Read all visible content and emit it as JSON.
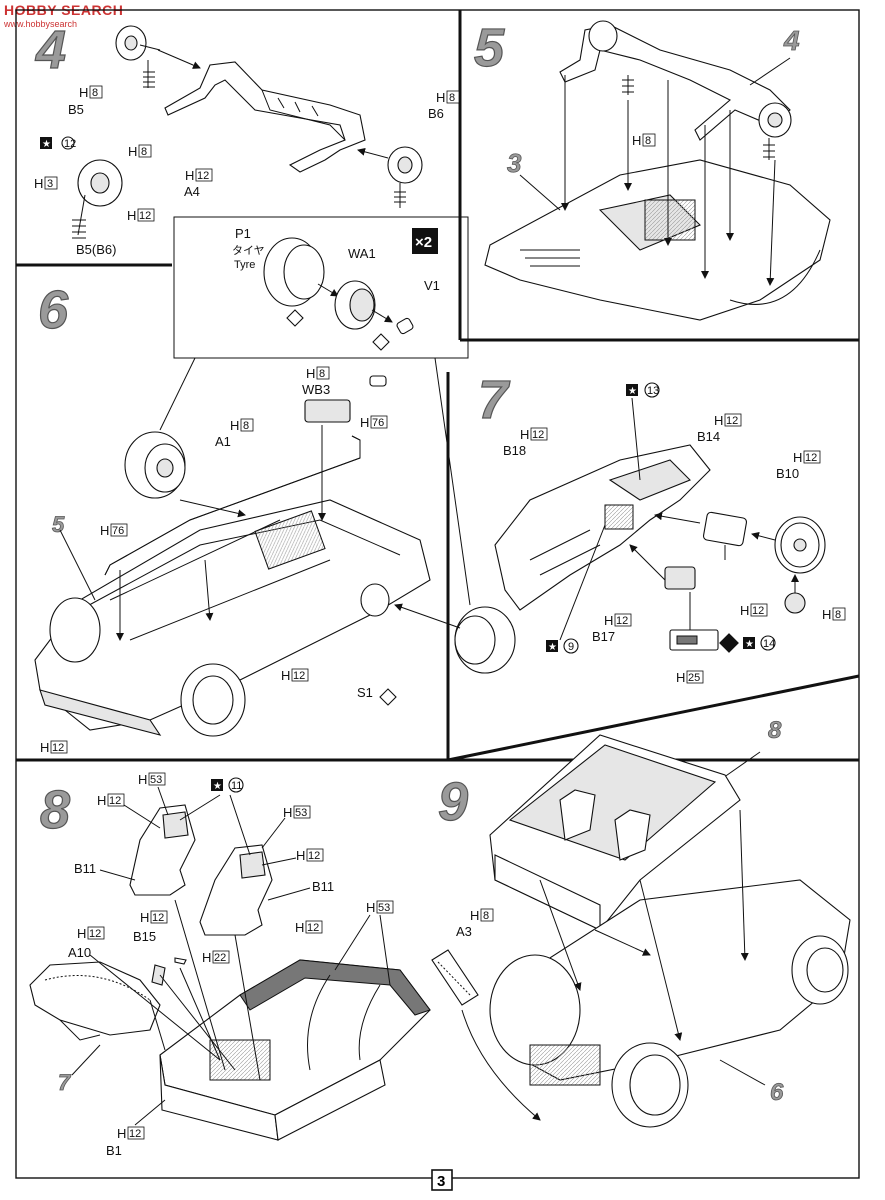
{
  "watermark": {
    "brand": "HOBBY SEARCH",
    "site": "www.hobbysearch"
  },
  "page_number": "3",
  "steps": {
    "s4": "4",
    "s5": "5",
    "s6": "6",
    "s7": "7",
    "s8": "8",
    "s9": "9"
  },
  "step4": {
    "B5": "B5",
    "B6": "B6",
    "A4": "A4",
    "B5B6": "B5(B6)",
    "H8a": "8",
    "H8b": "8",
    "H8c": "8",
    "H12a": "12",
    "H12b": "12",
    "H3": "3",
    "star": "12"
  },
  "step5": {
    "ref4": "4",
    "ref3": "3",
    "H8": "8"
  },
  "step6": {
    "P1": "P1",
    "tyre_jp": "タイヤ",
    "tyre_en": "Tyre",
    "WA1": "WA1",
    "V1": "V1",
    "x2": "×2",
    "WB3": "WB3",
    "A1": "A1",
    "S1": "S1",
    "ref5": "5",
    "H8a": "8",
    "H8b": "8",
    "H76a": "76",
    "H76b": "76",
    "H12a": "12",
    "H12b": "12"
  },
  "step7": {
    "B18": "B18",
    "B14": "B14",
    "B10": "B10",
    "B17": "B17",
    "star13": "13",
    "star9": "9",
    "star14": "14",
    "H12a": "12",
    "H12b": "12",
    "H12c": "12",
    "H12d": "12",
    "H12e": "12",
    "H8": "8",
    "H25": "25"
  },
  "step8": {
    "B11a": "B11",
    "B11b": "B11",
    "A10": "A10",
    "B15": "B15",
    "B1": "B1",
    "ref7": "7",
    "star11": "11",
    "H53a": "53",
    "H53b": "53",
    "H53c": "53",
    "H12a": "12",
    "H12b": "12",
    "H12c": "12",
    "H12d": "12",
    "H12e": "12",
    "H12f": "12",
    "H22": "22"
  },
  "step9": {
    "A3": "A3",
    "H8": "8",
    "ref8": "8",
    "ref6": "6"
  },
  "letter_H": "H"
}
